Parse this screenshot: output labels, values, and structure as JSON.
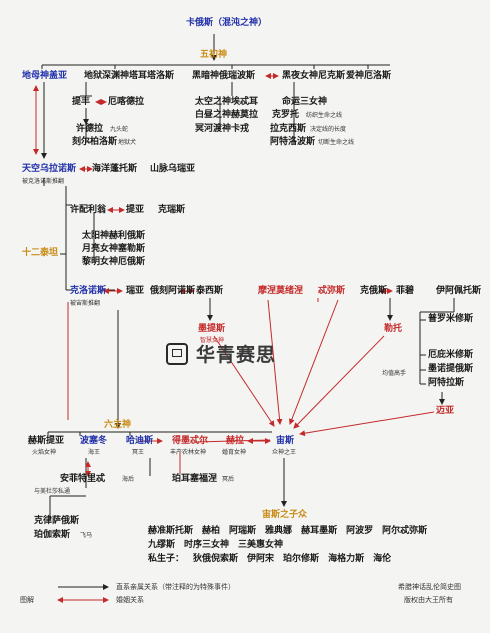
{
  "title": "卡俄斯（混沌之神）",
  "generations": {
    "first": "五初神",
    "titans": "十二泰坦",
    "olympians": "六主神",
    "children_of_zeus": "宙斯之子众"
  },
  "first_gods": {
    "gaia": "地母神盖亚",
    "tartarus": "地狱深渊神塔耳塔洛斯",
    "erebus": "黑暗神俄瑞波斯",
    "nyx": "黑夜女神尼克斯",
    "eros": "爱神厄洛斯"
  },
  "nyx_children": {
    "aether": "太空之神埃忒耳",
    "hemera": "白昼之神赫莫拉",
    "hypnos": "冥河渡神卡戎",
    "moirai": "命运三女神",
    "clotho": "克罗托",
    "clotho_note": "纺织生命之线",
    "lachesis": "拉克西斯",
    "lachesis_note": "决定线的长度",
    "atropos": "阿特洛波斯",
    "atropos_note": "切断生命之线"
  },
  "gaia_branch": {
    "typhon": "提丰",
    "echidna": "厄喀德拉",
    "hydra": "许德拉",
    "hydra_note": "九头蛇",
    "cerberus": "刻尔柏洛斯",
    "cerberus_note": "地狱犬",
    "uranus": "天空乌拉诺斯",
    "uranus_note": "被克洛诺斯推翻",
    "pontus": "海洋蓬托斯",
    "ourea": "山脉乌瑞亚"
  },
  "titan_branch": {
    "hyperion": "许配利翁",
    "theia": "提亚",
    "coeus": "克瑞斯",
    "helios": "太阳神赫利俄斯",
    "selene": "月亮女神塞勒斯",
    "eos": "黎明女神厄俄斯"
  },
  "titan_row": {
    "cronus": "克洛诺斯",
    "cronus_note": "被宙斯推翻",
    "rhea": "瑞亚",
    "oceanus": "俄刻阿诺斯",
    "tethys": "泰西斯",
    "mnemosyne": "摩涅莫绪涅",
    "themis": "忒弥斯",
    "crius": "克俄斯",
    "phoebe": "菲碧",
    "iapetus": "伊阿佩托斯"
  },
  "mid_children": {
    "metis": "墨提斯",
    "metis_note": "智慧女神",
    "leto": "勒托",
    "prometheus": "普罗米修斯",
    "epimetheus": "厄庇米修斯",
    "menoetius": "墨诺提俄斯",
    "atlas": "阿特拉斯",
    "helper": "均值高手",
    "maia": "迈亚"
  },
  "olympians": {
    "hestia": "赫斯提亚",
    "hestia_note": "火焰女神",
    "poseidon": "波塞冬",
    "poseidon_note": "海王",
    "hades": "哈迪斯",
    "hades_note": "冥王",
    "demeter": "得墨忒尔",
    "demeter_note": "丰产农林女神",
    "hera": "赫拉",
    "hera_note": "婚育女神",
    "zeus": "宙斯",
    "zeus_note": "众神之王"
  },
  "other_children": {
    "amphitrite": "安菲特里忒",
    "amphitrite_note": "海后",
    "medusa_note": "与美杜莎私通",
    "chrysaor": "克律萨俄斯",
    "pegasus": "珀伽索斯",
    "pegasus_note": "飞马",
    "persephone": "珀耳塞福涅",
    "persephone_note": "冥后"
  },
  "zeus_children": {
    "row1": [
      "赫准斯托斯",
      "赫柏",
      "阿瑞斯",
      "雅典娜",
      "赫耳墨斯",
      "阿波罗",
      "阿尔忒弥斯"
    ],
    "row2": [
      "九缪斯",
      "时序三女神",
      "三美惠女神"
    ],
    "row3_label": "私生子：",
    "row3": [
      "狄俄倪索斯",
      "伊阿宋",
      "珀尔修斯",
      "海格力斯",
      "海伦"
    ]
  },
  "legend": {
    "arrow_label": "直系亲属关系（带注释的为特殊事件）",
    "double_label": "婚姻关系",
    "title_label": "图解",
    "source_line1": "希腊神话乱伦简史图",
    "source_line2": "版权由大王所有"
  },
  "watermark": "华青赛思",
  "colors": {
    "blue": "#1f2fa8",
    "red": "#c42a2a",
    "orange": "#c98a12",
    "line": "#222222"
  }
}
